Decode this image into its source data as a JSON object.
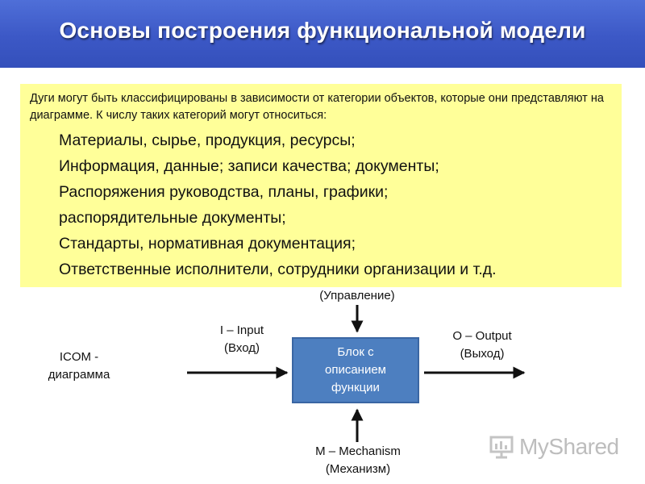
{
  "header": {
    "title": "Основы построения функциональной модели"
  },
  "note": {
    "intro": "Дуги могут быть классифицированы в зависимости от категории объектов, которые они представляют на диаграмме. К числу таких категорий могут относиться:",
    "categories": [
      "Материалы, сырье, продукция, ресурсы;",
      "Информация, данные; записи качества; документы;",
      "Распоряжения руководства, планы, графики;",
      "распорядительные документы;",
      "Стандарты, нормативная документация;",
      "Ответственные исполнители, сотрудники организации и т.д."
    ]
  },
  "diagram": {
    "caption_line1": "ICOM -",
    "caption_line2": "диаграмма",
    "control_label": "(Управление)",
    "input_line1": "I – Input",
    "input_line2": "(Вход)",
    "output_line1": "O – Output",
    "output_line2": "(Выход)",
    "mechanism_line1": "M – Mechanism",
    "mechanism_line2": "(Механизм)",
    "block_label": "Блок с\nописанием\nфункции"
  },
  "watermark": {
    "text": "MyShared",
    "icon": "presentation-board-icon"
  },
  "colors": {
    "header_blue": "#3c58c6",
    "note_yellow": "#ffff99",
    "block_blue": "#4d7fc0"
  }
}
